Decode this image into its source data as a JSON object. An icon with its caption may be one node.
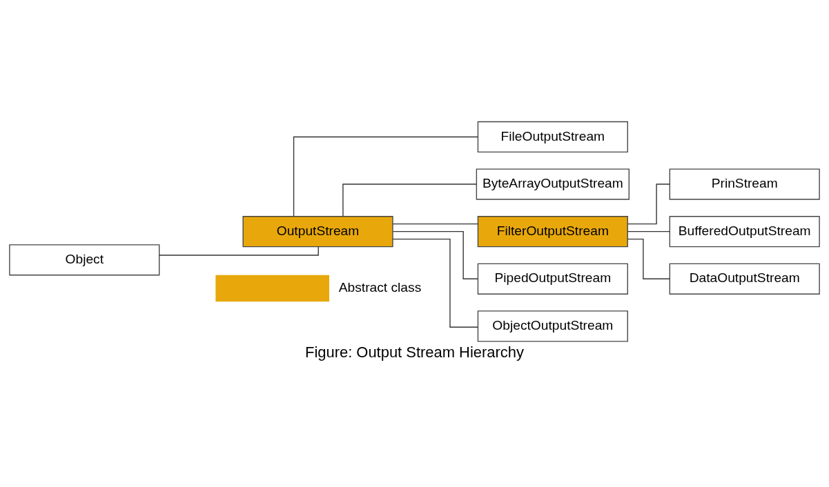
{
  "diagram": {
    "caption": "Figure: Output Stream Hierarchy",
    "nodes": [
      {
        "text": [
          "Object"
        ]
      },
      {
        "text": [
          "OutputStream"
        ]
      },
      {
        "text": [
          "FileOutputStream"
        ]
      },
      {
        "text": [
          "ByteArrayOutputStream"
        ]
      },
      {
        "text": [
          "FilterOutputStream"
        ]
      },
      {
        "text": [
          "PipedOutputStream"
        ]
      },
      {
        "text": [
          "ObjectOutputStream"
        ]
      },
      {
        "text": [
          "PrinStream"
        ]
      },
      {
        "text": [
          "BufferedOutputStream"
        ]
      },
      {
        "text": [
          "DataOutputStream"
        ]
      }
    ],
    "edges": [
      {
        "from": 0,
        "to": 1,
        "arrow": "none"
      },
      {
        "from": 1,
        "to": 2,
        "arrow": "none"
      },
      {
        "from": 1,
        "to": 3,
        "arrow": "none"
      },
      {
        "from": 1,
        "to": 4,
        "arrow": "none"
      },
      {
        "from": 1,
        "to": 5,
        "arrow": "none"
      },
      {
        "from": 1,
        "to": 6,
        "arrow": "none"
      },
      {
        "from": 4,
        "to": 7,
        "arrow": "none"
      },
      {
        "from": 4,
        "to": 8,
        "arrow": "none"
      },
      {
        "from": 4,
        "to": 9,
        "arrow": "none"
      }
    ],
    "legend": [
      {
        "text": "Abstract class",
        "color": "#e8a80c"
      }
    ]
  }
}
